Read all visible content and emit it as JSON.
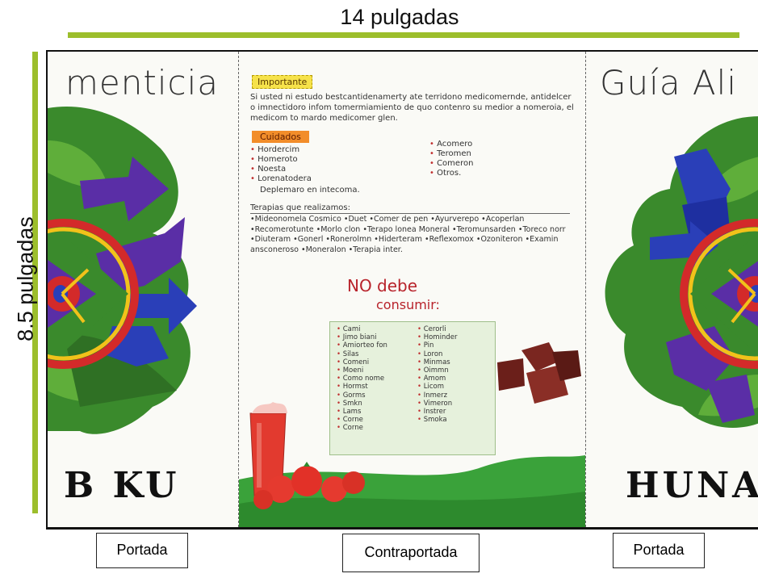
{
  "dimensions": {
    "width_label": "14 pulgadas",
    "height_label": "8.5 pulgadas"
  },
  "panels": {
    "left": {
      "title": "menticia",
      "subtitle": "B KU",
      "caption": "Portada"
    },
    "center": {
      "caption": "Contraportada",
      "important_label": "Importante",
      "important_text": "Si usted ni estudo bestcantidenamerty ate terridono medicomernde, antidelcer o imnectidoro infom tomermiamiento de quo contenro su medior a nomeroia, el medicom to mardo medicomer glen.",
      "care_label": "Cuidados",
      "care_left": [
        "Hordercim",
        "Homeroto",
        "Noesta",
        "Lorenatodera"
      ],
      "care_right": [
        "Acomero",
        "Teromen",
        "Comeron",
        "Otros."
      ],
      "care_extra": "Deplemaro en intecoma.",
      "therapies_title": "Terapias que realizamos:",
      "therapies_text": "•Mideonomela Cosmico •Duet •Comer de pen •Ayurverepo •Acoperlan •Recomerotunte •Morlo clon •Terapo lonea Moneral •Teromunsarden •Toreco norr •Diuteram •Gonerl •Ronerolmn •Hiderteram •Reflexomox •Ozoniteron •Examin ansconeroso •Moneralon •Terapia inter.",
      "no_debe_line1": "NO debe",
      "no_debe_line2": "consumir:",
      "foods_left": [
        "Cami",
        "Jimo biani",
        "Amiorteo fon",
        "Silas",
        "Comeni",
        "Moeni",
        "Como nome",
        "Hormst",
        "Gorms",
        "Smkn",
        "Lams",
        "Corne",
        "Corne"
      ],
      "foods_right": [
        "Cerorli",
        "Hominder",
        "Pin",
        "Loron",
        "Minmas",
        "Oimmn",
        "Amom",
        "Licom",
        "Inmerz",
        "Vimeron",
        "Instrer",
        "Smoka"
      ]
    },
    "right": {
      "title": "Guía Ali",
      "subtitle": "HUNA",
      "caption": "Portada"
    }
  },
  "colors": {
    "bar": "#9cbe2c",
    "leaf": "#3a8a2c",
    "alert_red": "#b8232b"
  }
}
